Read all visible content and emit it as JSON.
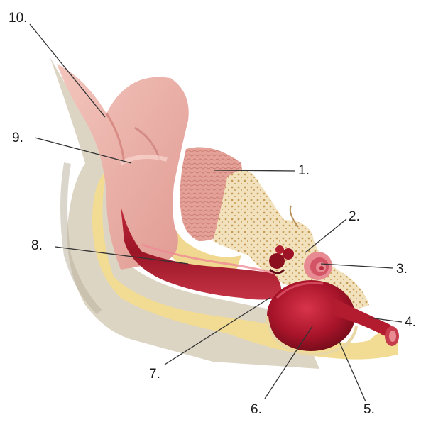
{
  "labels": [
    {
      "id": "l1",
      "text": "1."
    },
    {
      "id": "l2",
      "text": "2."
    },
    {
      "id": "l3",
      "text": "3."
    },
    {
      "id": "l4",
      "text": "4."
    },
    {
      "id": "l5",
      "text": "5."
    },
    {
      "id": "l6",
      "text": "6."
    },
    {
      "id": "l7",
      "text": "7."
    },
    {
      "id": "l8",
      "text": "8."
    },
    {
      "id": "l9",
      "text": "9."
    },
    {
      "id": "l10",
      "text": "10."
    }
  ],
  "colors": {
    "background": "#ffffff",
    "fur": "#d9d2c2",
    "fat": "#f3dc8e",
    "bone": "#efe0b8",
    "skin_pink": "#e9a7a0",
    "canal_red": "#a8182a",
    "bulla_red": "#b0152a",
    "leader_line": "#333333"
  }
}
